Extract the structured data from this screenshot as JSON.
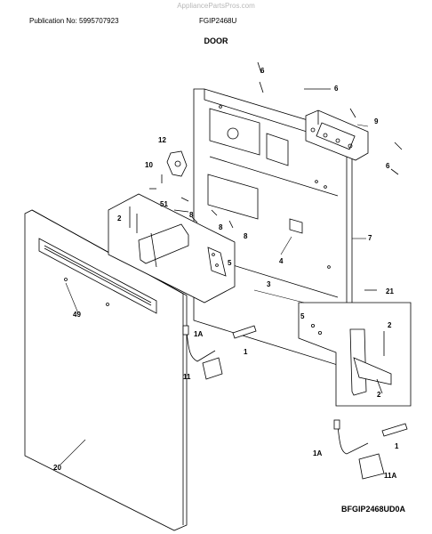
{
  "header": {
    "watermark": "AppliancePartsPros.com",
    "publication": "Publication No: 5995707923",
    "model": "FGIP2468U",
    "section": "DOOR"
  },
  "footer": {
    "diagram_code": "BFGIP2468UD0A"
  },
  "callouts": {
    "c6a": "6",
    "c6b": "6",
    "c6c": "6",
    "c9": "9",
    "c12": "12",
    "c10": "10",
    "c51": "51",
    "c8a": "8",
    "c8b": "8",
    "c8c": "8",
    "c7": "7",
    "c2a": "2",
    "c4": "4",
    "c5a": "5",
    "c3": "3",
    "c21": "21",
    "c49": "49",
    "c5b": "5",
    "c2b": "2",
    "c1Aa": "1A",
    "c1a": "1",
    "c11": "11",
    "c2c": "2",
    "c20": "20",
    "c1Ab": "1A",
    "c1b": "1",
    "c11A": "11A"
  }
}
